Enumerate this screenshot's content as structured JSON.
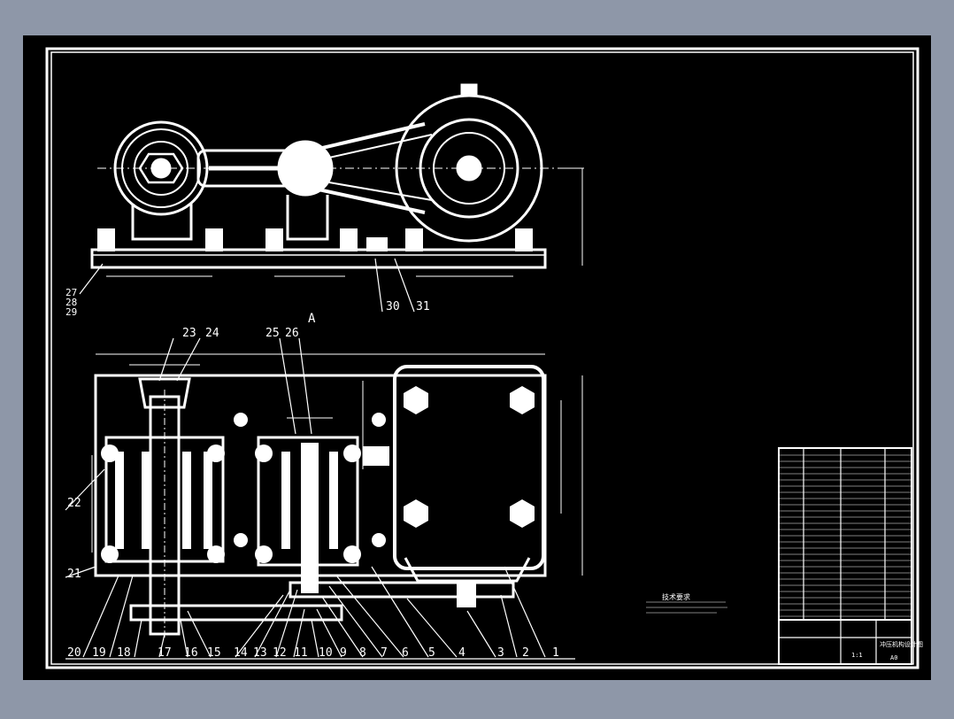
{
  "part_numbers_bottom": [
    "20",
    "19",
    "18",
    "17",
    "16",
    "15",
    "14",
    "13",
    "12",
    "11",
    "10",
    "9",
    "8",
    "7",
    "6",
    "5",
    "4",
    "3",
    "2",
    "1"
  ],
  "part_numbers_left": [
    "22",
    "21"
  ],
  "part_numbers_top_view": [
    "23",
    "24",
    "25",
    "26"
  ],
  "part_numbers_front": [
    "30",
    "31"
  ],
  "part_numbers_stack": [
    "27",
    "28",
    "29"
  ],
  "section_marker": "A",
  "notes_title": "技术要求",
  "title_block_name": "冲压机构设计图",
  "title_block_scale": "1:1",
  "title_block_sheet": "A0",
  "colors": {
    "background": "#000000",
    "line": "#ffffff",
    "frame": "#8e97a8"
  }
}
